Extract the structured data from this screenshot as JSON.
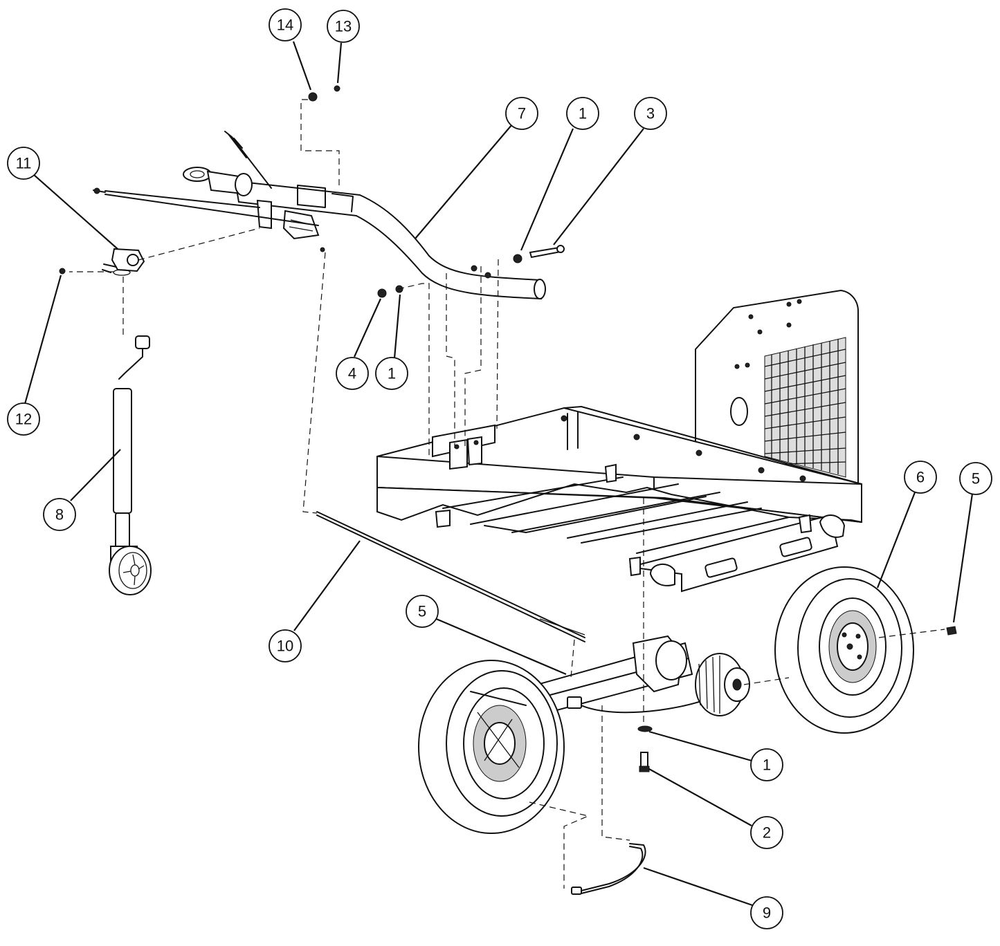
{
  "callouts": [
    {
      "label": "14"
    },
    {
      "label": "13"
    },
    {
      "label": "7"
    },
    {
      "label": "1"
    },
    {
      "label": "3"
    },
    {
      "label": "11"
    },
    {
      "label": "4"
    },
    {
      "label": "1"
    },
    {
      "label": "12"
    },
    {
      "label": "8"
    },
    {
      "label": "6"
    },
    {
      "label": "5"
    },
    {
      "label": "5"
    },
    {
      "label": "10"
    },
    {
      "label": "1"
    },
    {
      "label": "2"
    },
    {
      "label": "9"
    }
  ],
  "colors": {
    "line": "#111111",
    "background": "#ffffff"
  }
}
